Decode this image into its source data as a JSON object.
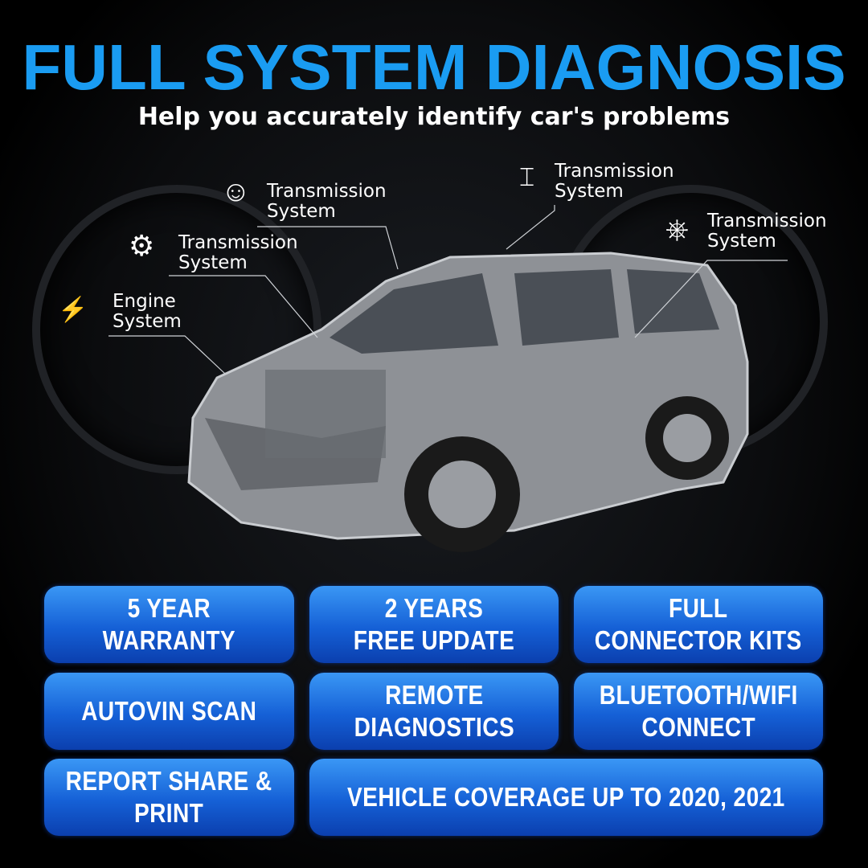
{
  "title": "FULL SYSTEM DIAGNOSIS",
  "subtitle": "Help you accurately identify car's problems",
  "callouts": [
    {
      "icon": "airbag-icon",
      "line1": "Transmission",
      "line2": "System"
    },
    {
      "icon": "axle-icon",
      "line1": "Transmission",
      "line2": "System"
    },
    {
      "icon": "steering-wheel-icon",
      "line1": "Transmission",
      "line2": "System"
    },
    {
      "icon": "gears-icon",
      "line1": "Transmission",
      "line2": "System"
    },
    {
      "icon": "engine-icon",
      "line1": "Engine",
      "line2": "System"
    }
  ],
  "features": [
    {
      "line1": "5 YEAR",
      "line2": "WARRANTY"
    },
    {
      "line1": "2 YEARS",
      "line2": "FREE UPDATE"
    },
    {
      "line1": "FULL",
      "line2": "CONNECTOR KITS"
    },
    {
      "line1": "AUTOVIN SCAN",
      "line2": ""
    },
    {
      "line1": "REMOTE",
      "line2": "DIAGNOSTICS"
    },
    {
      "line1": "BLUETOOTH/WIFI",
      "line2": "CONNECT"
    },
    {
      "line1": "REPORT SHARE &",
      "line2": "PRINT"
    },
    {
      "line1": "VEHICLE COVERAGE UP TO 2020, 2021",
      "line2": ""
    }
  ],
  "colors": {
    "title": "#1a9cf2",
    "button_top": "#3a97f5",
    "button_bottom": "#0b3fae"
  }
}
